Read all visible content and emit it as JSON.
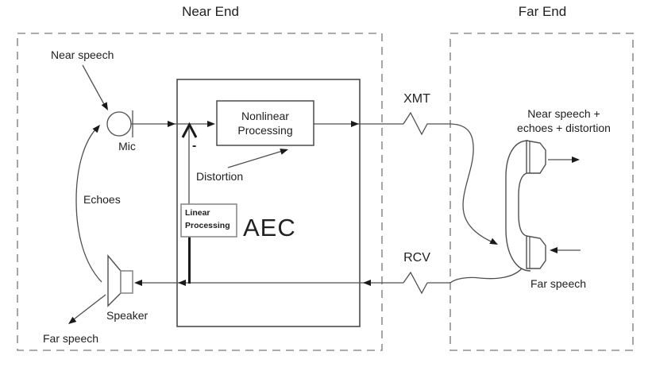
{
  "diagram": {
    "titles": {
      "near_end": "Near End",
      "far_end": "Far End"
    },
    "labels": {
      "near_speech": "Near speech",
      "mic": "Mic",
      "echoes": "Echoes",
      "speaker": "Speaker",
      "far_speech_left": "Far speech",
      "distortion": "Distortion",
      "minus_sign": "-",
      "aec": "AEC",
      "xmt": "XMT",
      "rcv": "RCV",
      "near_speech_sum": "Near speech +\nechoes + distortion",
      "far_speech_right": "Far speech"
    },
    "blocks": {
      "nonlinear_processing": "Nonlinear\nProcessing",
      "linear_processing": "Linear\nProcessing"
    },
    "colors": {
      "background": "#ffffff",
      "text": "#212121",
      "line": "#4f4f4f",
      "box": "#3f3f3f",
      "dashed": "#8f8f8f",
      "arrow": "#1a1a1a",
      "greybox": "#8a8a8a"
    }
  }
}
